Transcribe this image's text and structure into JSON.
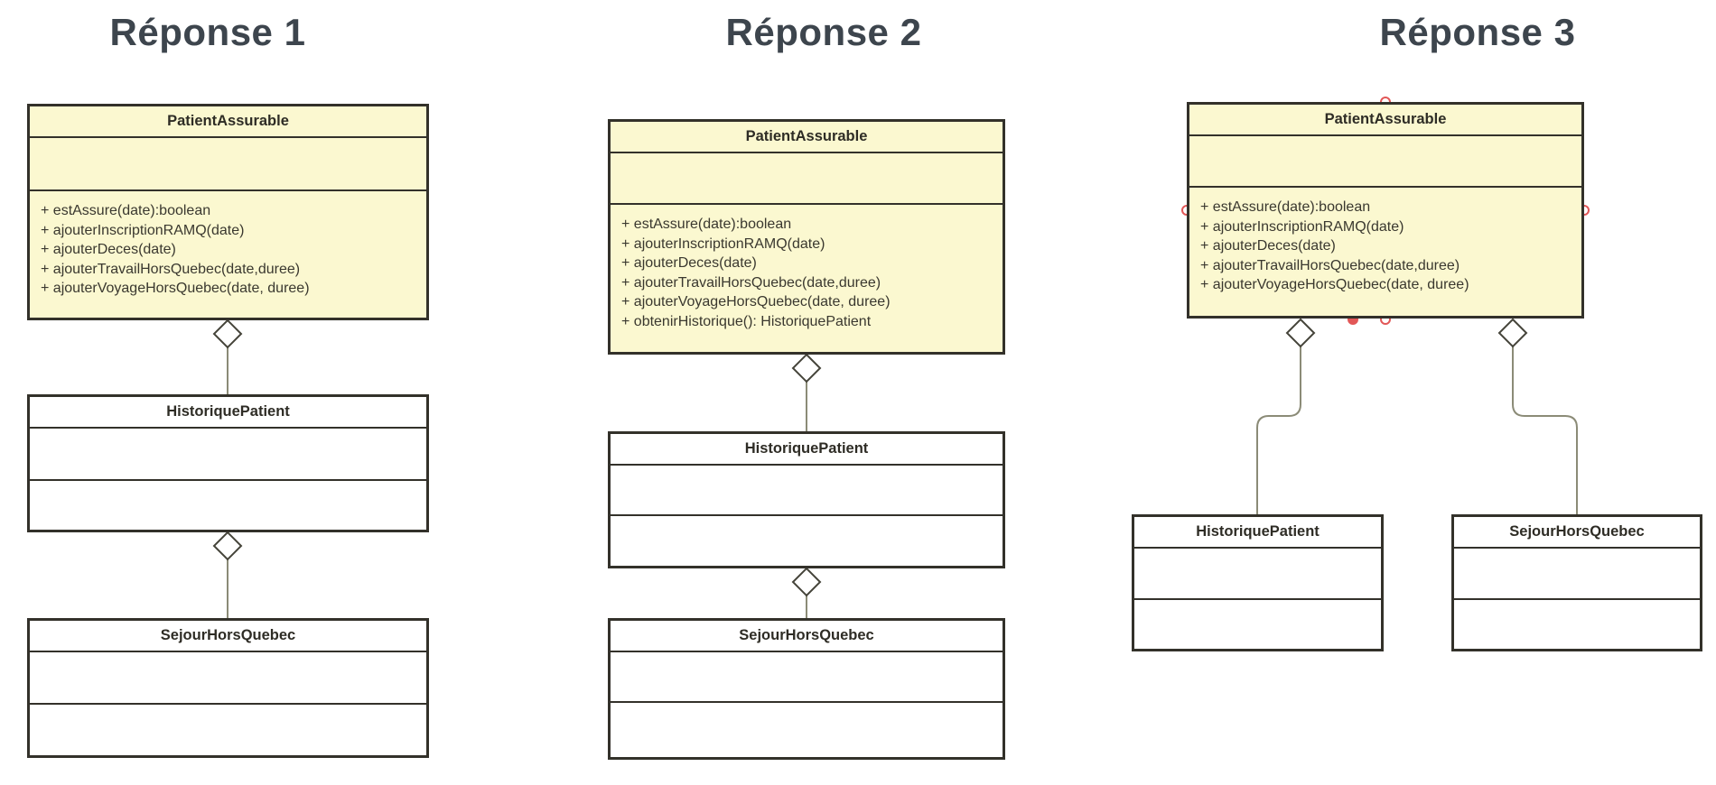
{
  "colors": {
    "class_fill_yellow": "#fbf8d0",
    "class_fill_white": "#ffffff",
    "box_border": "#33312a",
    "connector_line": "#8b8b77",
    "handle_red": "#e25757",
    "heading_text": "#3d454d",
    "body_text": "#33312a"
  },
  "icons": {
    "aggregation_diamond": "◇",
    "connection_handle": "○",
    "endpoint_dot": "●"
  },
  "responses": [
    {
      "title": "Réponse 1",
      "classes": [
        {
          "name": "PatientAssurable",
          "methods": [
            "+ estAssure(date):boolean",
            "+ ajouterInscriptionRAMQ(date)",
            "+ ajouterDeces(date)",
            "+ ajouterTravailHorsQuebec(date,duree)",
            "+ ajouterVoyageHorsQuebec(date, duree)"
          ]
        },
        {
          "name": "HistoriquePatient",
          "methods": []
        },
        {
          "name": "SejourHorsQuebec",
          "methods": []
        }
      ]
    },
    {
      "title": "Réponse 2",
      "classes": [
        {
          "name": "PatientAssurable",
          "methods": [
            "+ estAssure(date):boolean",
            "+ ajouterInscriptionRAMQ(date)",
            "+ ajouterDeces(date)",
            "+ ajouterTravailHorsQuebec(date,duree)",
            "+ ajouterVoyageHorsQuebec(date, duree)",
            "+ obtenirHistorique(): HistoriquePatient"
          ]
        },
        {
          "name": "HistoriquePatient",
          "methods": []
        },
        {
          "name": "SejourHorsQuebec",
          "methods": []
        }
      ]
    },
    {
      "title": "Réponse 3",
      "classes": [
        {
          "name": "PatientAssurable",
          "methods": [
            "+ estAssure(date):boolean",
            "+ ajouterInscriptionRAMQ(date)",
            "+ ajouterDeces(date)",
            "+ ajouterTravailHorsQuebec(date,duree)",
            "+ ajouterVoyageHorsQuebec(date, duree)"
          ]
        },
        {
          "name": "HistoriquePatient",
          "methods": []
        },
        {
          "name": "SejourHorsQuebec",
          "methods": []
        }
      ]
    }
  ]
}
